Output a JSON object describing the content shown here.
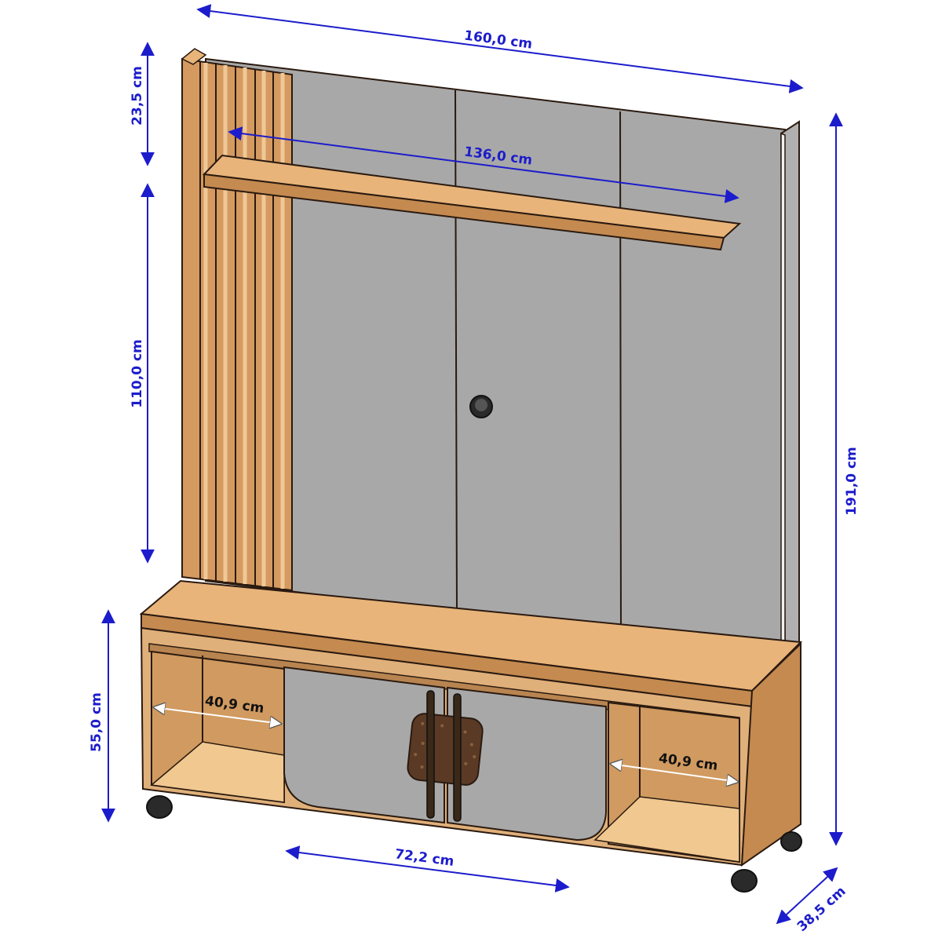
{
  "colors": {
    "dimension_line": "#1c1ccc",
    "dimension_line_inner": "#4a4a9a",
    "wood": "#e8b47a",
    "wood_dark": "#c48a50",
    "panel_gray": "#a8a8a8",
    "outline": "#2a1a10",
    "background": "#ffffff"
  },
  "icons": {
    "cable_hole": "cable-hole-icon",
    "door_handle": "door-handle-icon",
    "caster_wheel": "caster-wheel-icon"
  },
  "dimensions": {
    "total_width": "160,0 cm",
    "shelf_width": "136,0 cm",
    "top_height": "23,5 cm",
    "panel_height": "110,0 cm",
    "total_height": "191,0 cm",
    "base_height": "55,0 cm",
    "left_niche_width": "40,9 cm",
    "right_niche_width": "40,9 cm",
    "door_width": "72,2 cm",
    "depth": "38,5 cm"
  }
}
